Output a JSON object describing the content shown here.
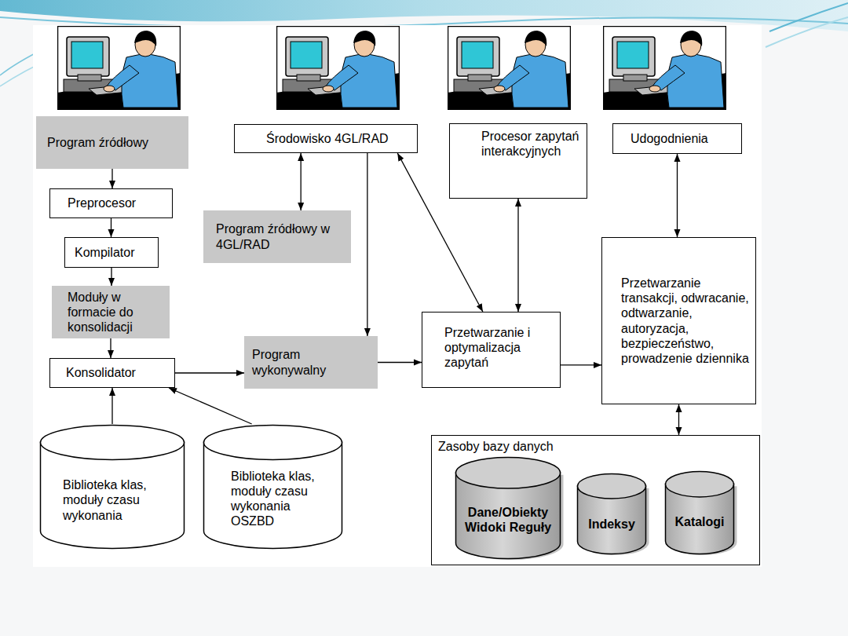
{
  "diagram": {
    "nodes": [
      {
        "text": [
          "Program źródłowy"
        ]
      },
      {
        "text": [
          "Środowisko 4GL/RAD"
        ]
      },
      {
        "text": [
          "Procesor zapytań interakcyjnych"
        ]
      },
      {
        "text": [
          "Udogodnienia"
        ]
      },
      {
        "text": [
          "Preprocesor"
        ]
      },
      {
        "text": [
          "Program źródłowy w 4GL/RAD"
        ]
      },
      {
        "text": [
          "Kompilator"
        ]
      },
      {
        "text": [
          "Przetwarzanie transakcji, odwracanie, odtwarzanie, autoryzacja, bezpieczeństwo, prowadzenie dziennika"
        ]
      },
      {
        "text": [
          "Moduły w formacie do konsolidacji"
        ]
      },
      {
        "text": [
          "Przetwarzanie i optymalizacja zapytań"
        ]
      },
      {
        "text": [
          "Konsolidator"
        ]
      },
      {
        "text": [
          "Program wykonywalny"
        ]
      },
      {
        "text": [
          "Biblioteka klas, moduły czasu wykonania"
        ]
      },
      {
        "text": [
          "Biblioteka klas, moduły czasu wykonania OSZBD"
        ]
      },
      {
        "text": [
          "Zasoby bazy danych"
        ]
      },
      {
        "text": [
          "Dane/Obiekty Widoki Reguły"
        ],
        "in": 14
      },
      {
        "text": [
          "Indeksy"
        ],
        "in": 14
      },
      {
        "text": [
          "Katalogi"
        ],
        "in": 14
      }
    ],
    "edges": [
      {
        "from": 0,
        "to": 4,
        "arrow": "to"
      },
      {
        "from": 4,
        "to": 6,
        "arrow": "to"
      },
      {
        "from": 6,
        "to": 8,
        "arrow": "to"
      },
      {
        "from": 8,
        "to": 10,
        "arrow": "to"
      },
      {
        "from": 10,
        "to": 11,
        "arrow": "to"
      },
      {
        "from": 12,
        "to": 10,
        "arrow": "to"
      },
      {
        "from": 13,
        "to": 10,
        "arrow": "to"
      },
      {
        "from": 1,
        "to": 5,
        "arrow": "both"
      },
      {
        "from": 1,
        "to": 11,
        "arrow": "to"
      },
      {
        "from": 1,
        "to": 9,
        "arrow": "both"
      },
      {
        "from": 2,
        "to": 9,
        "arrow": "both"
      },
      {
        "from": 11,
        "to": 9,
        "arrow": "to"
      },
      {
        "from": 9,
        "to": 7,
        "arrow": "to"
      },
      {
        "from": 3,
        "to": 7,
        "arrow": "both"
      },
      {
        "from": 7,
        "to": 14,
        "arrow": "both"
      }
    ]
  }
}
